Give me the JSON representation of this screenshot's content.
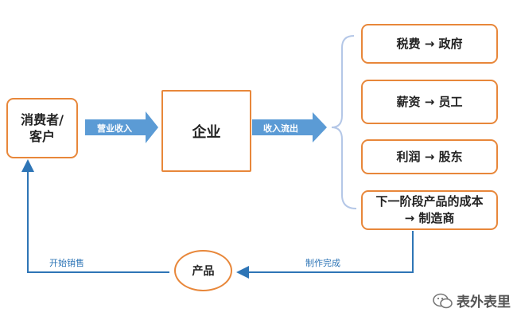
{
  "nodes": {
    "consumer": "消费者/\n客户",
    "enterprise": "企业",
    "product": "产品",
    "outflows": [
      "税费  → 政府",
      "薪资 → 员工",
      "利润 → 股东",
      "下一阶段产品的成本\n→ 制造商"
    ]
  },
  "edges": {
    "revenue": "营业收入",
    "outflow": "收入流出",
    "manufactured": "制作完成",
    "start_sales": "开始销售"
  },
  "watermark": "表外表里",
  "colors": {
    "box_border": "#e8873a",
    "arrow_fill": "#5b9bd5",
    "line": "#2e75b6",
    "brace": "#b4c7e7"
  }
}
